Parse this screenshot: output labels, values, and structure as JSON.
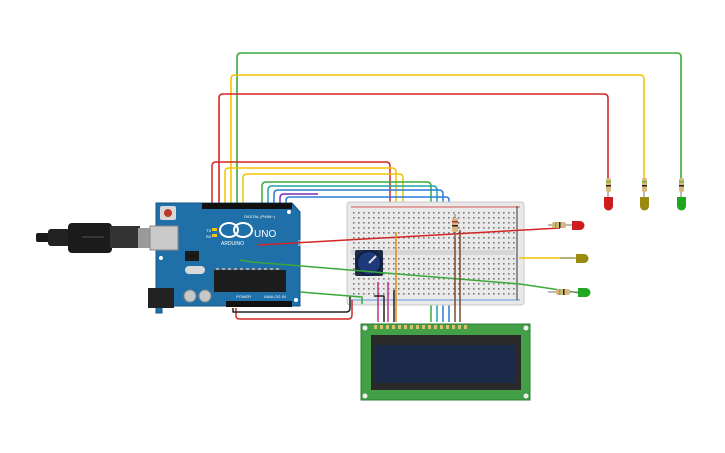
{
  "arduino": {
    "logo_text": "ARDUINO",
    "model_text": "UNO",
    "digital_label": "DIGITAL (PWM~)",
    "power_label": "POWER",
    "analog_label": "ANALOG IN",
    "board_color": "#1f6fa8",
    "on_label": "ON",
    "tx_label": "TX",
    "rx_label": "RX"
  },
  "breadboard": {
    "color": "#e9e9e9"
  },
  "lcd": {
    "pcb_color": "#43a047",
    "screen_color": "#1c2a4a"
  },
  "leds": [
    {
      "name": "red-led",
      "color": "#cc1e1e"
    },
    {
      "name": "yellow-led",
      "color": "#9a8a10"
    },
    {
      "name": "green-led",
      "color": "#1fa81f"
    }
  ],
  "wire_colors": {
    "red": "#d32626",
    "yellow": "#f2c400",
    "green": "#3aa83a",
    "black": "#222222",
    "blue": "#2b7bd8",
    "teal": "#1aa5a0",
    "purple": "#7a2fb0",
    "orange": "#e38a1a",
    "brown": "#7a4a2a",
    "pink": "#c4308a"
  }
}
